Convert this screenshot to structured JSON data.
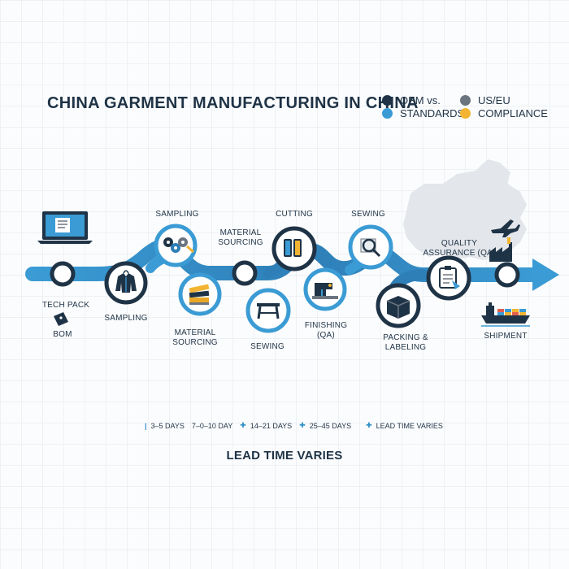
{
  "title": "CHINA GARMENT MANUFACTURING IN CHINA",
  "legend": [
    {
      "label": "OEM vs.",
      "color": "#1f3346"
    },
    {
      "label": "US/EU",
      "color": "#6b7580"
    },
    {
      "label": "STANDARDS",
      "color": "#3b9bd4"
    },
    {
      "label": "COMPLIANCE",
      "color": "#f2b431"
    }
  ],
  "upper_labels": {
    "sampling": "SAMPLING",
    "material_sourcing": "MATERIAL SOURCING",
    "cutting": "CUTTING",
    "sewing": "SEWING",
    "quality_assurance": "QUALITY ASSURANCE (QA)"
  },
  "lower_labels": {
    "tech_pack": "TECH PACK",
    "bom": "BOM",
    "sampling": "SAMPLING",
    "material_sourcing": "MATERIAL SOURCING",
    "sewing": "SEWING",
    "finishing": "FINISHING (QA)",
    "packing": "PACKING & LABELING",
    "shipment": "SHIPMENT"
  },
  "icons": {
    "tech_pack": "laptop-icon",
    "bom": "tag-icon",
    "sampling_lower": "jacket-icon",
    "sampling_upper": "fabric-rolls-icon",
    "material_sourcing": "fabric-stack-icon",
    "cutting": "thread-spools-icon",
    "sewing_lower": "cutting-table-icon",
    "finishing": "sewing-machine-icon",
    "sewing_upper": "magnifier-icon",
    "packing": "box-icon",
    "quality_assurance": "clipboard-icon",
    "shipment": "cargo-ship-icon",
    "airplane": "airplane-icon",
    "factory": "factory-icon",
    "map": "china-map-icon"
  },
  "timeline": {
    "segments": [
      "3–5 DAYS",
      "7–0–10 DAY",
      "14–21 DAYS",
      "25–45 DAYS",
      "LEAD TIME VARIES"
    ]
  },
  "footer": "LEAD TIME VARIES",
  "colors": {
    "navy": "#1f3346",
    "blue": "#3b9bd4",
    "mid_blue": "#2e7fb8",
    "gray": "#6b7580",
    "yellow": "#f2b431",
    "map": "#e3e6ea"
  }
}
